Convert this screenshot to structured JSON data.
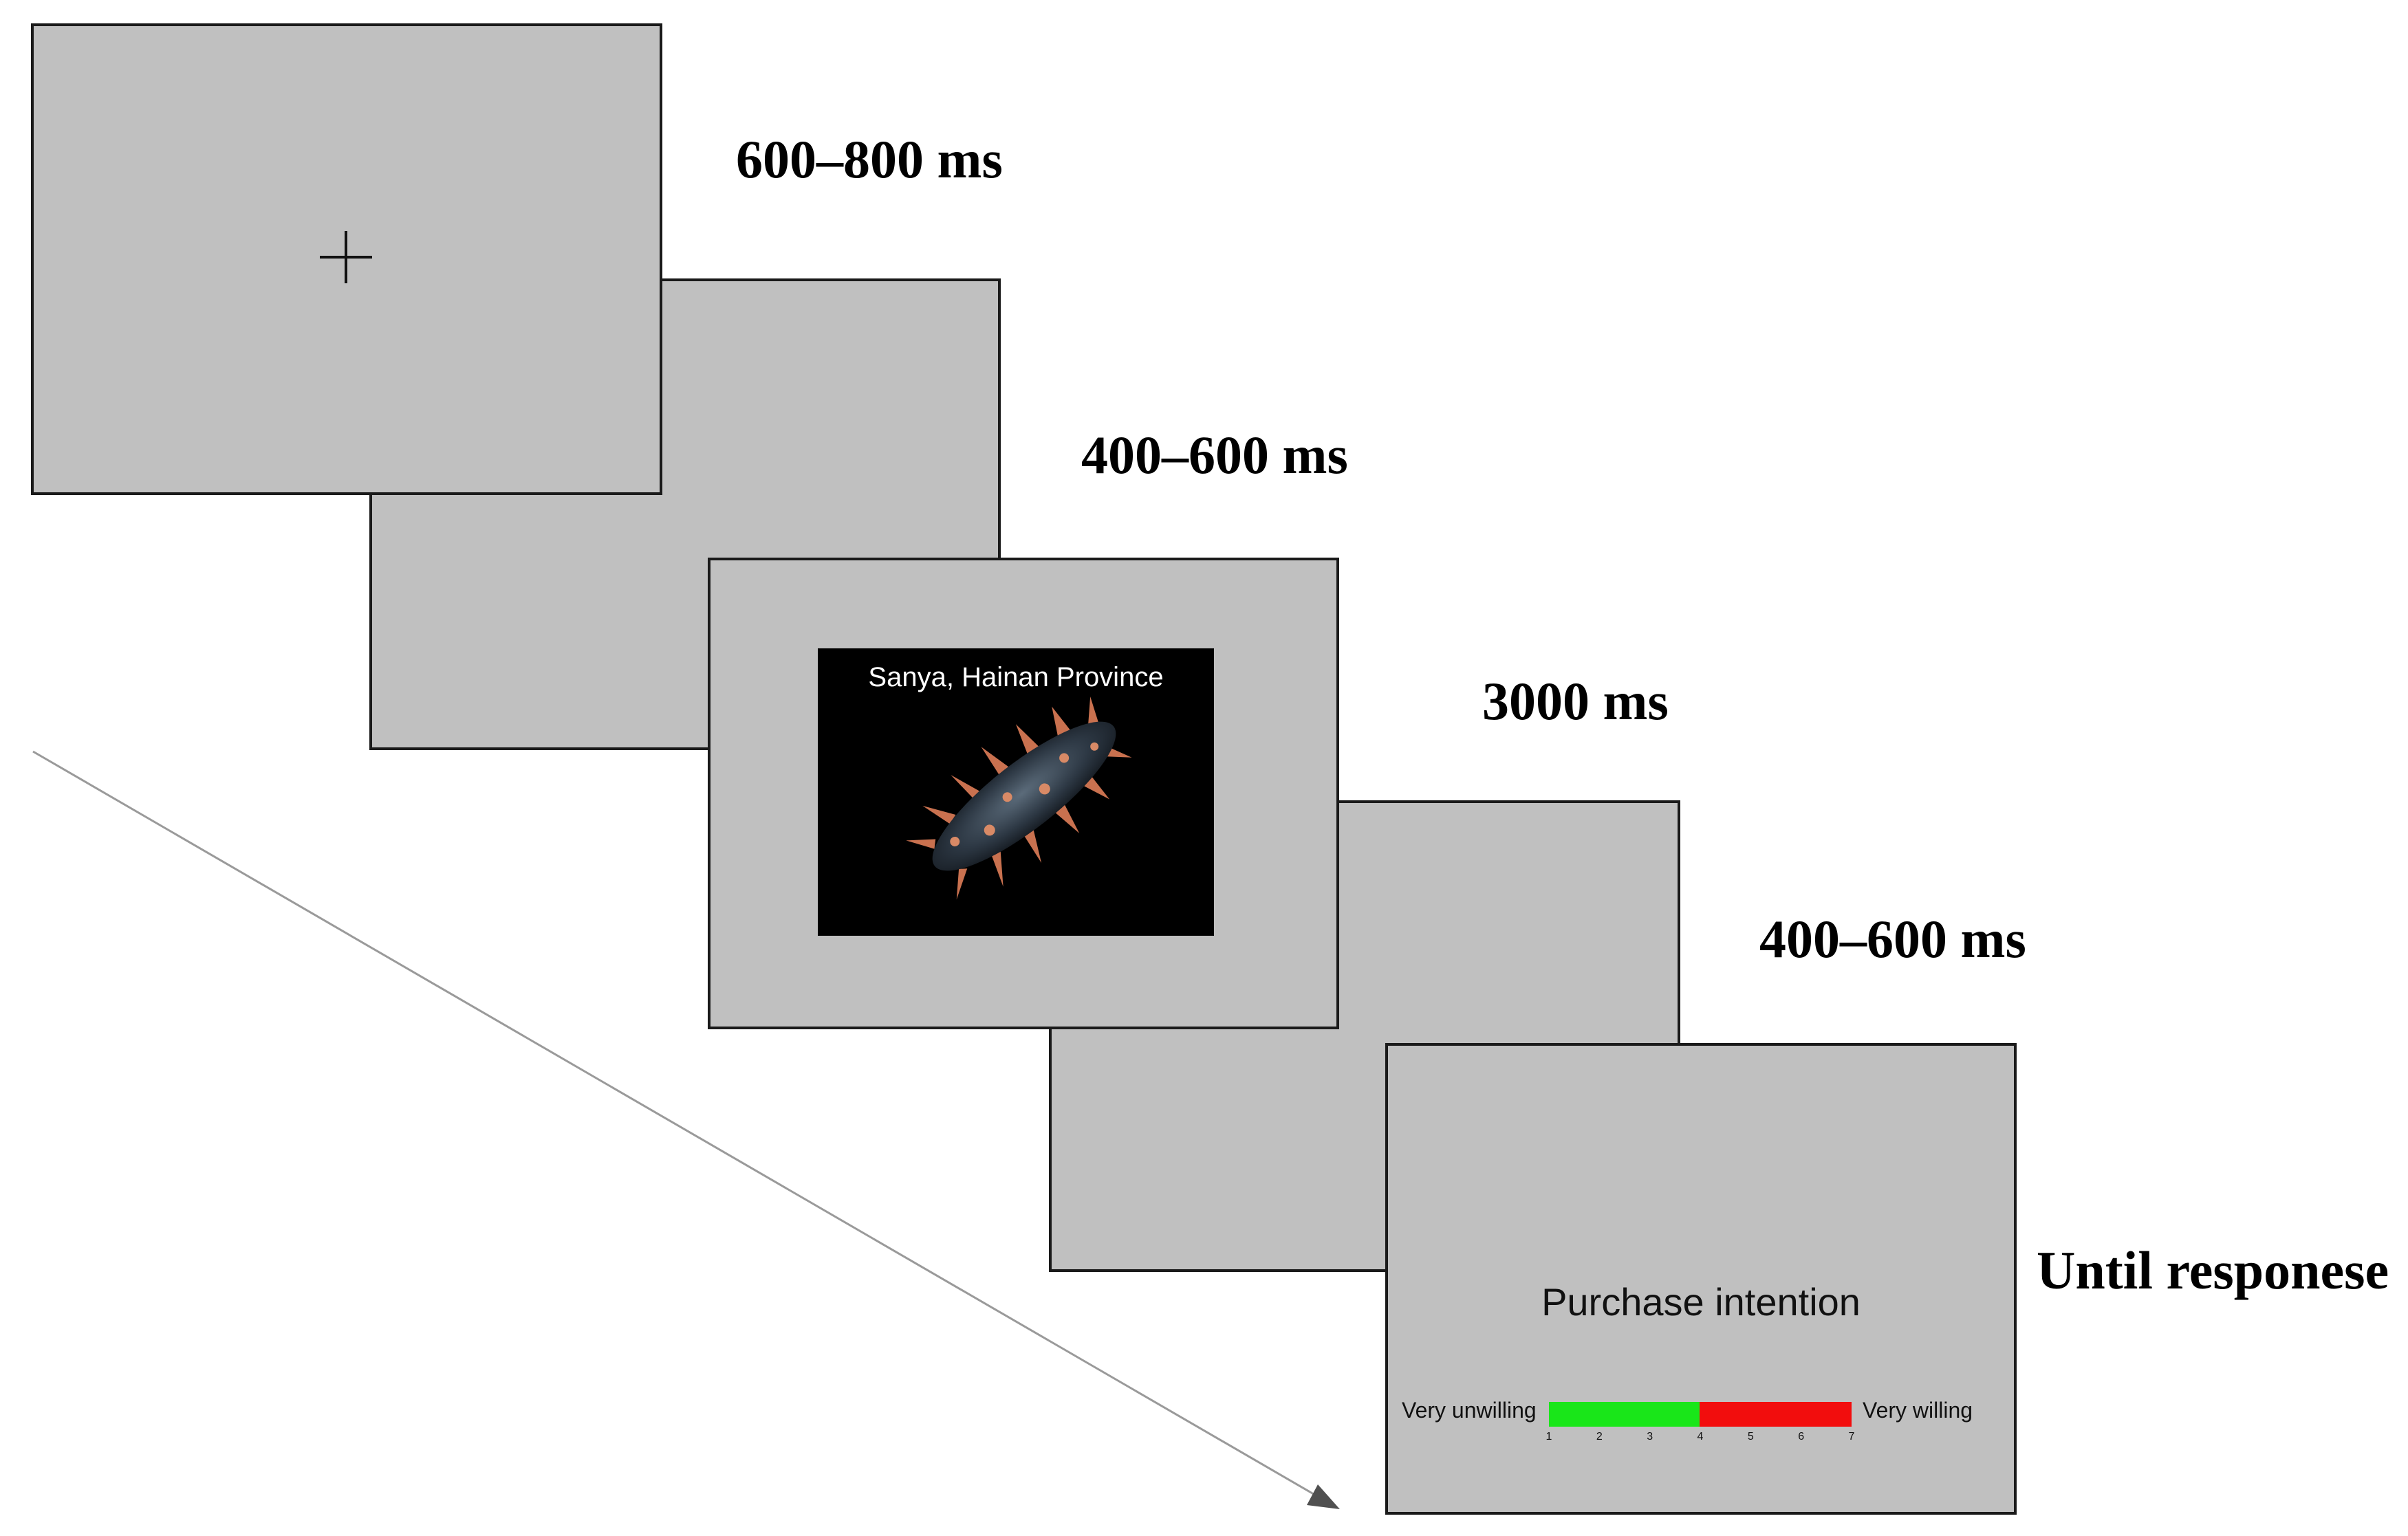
{
  "timings": [
    "600–800 ms",
    "400–600 ms",
    "3000 ms",
    "400–600 ms",
    "Until responese"
  ],
  "fixation": {
    "symbol": "+"
  },
  "stimulus": {
    "caption": "Sanya, Hainan Province",
    "image": "sea-cucumber"
  },
  "rating": {
    "title": "Purchase intention",
    "left_label": "Very unwilling",
    "right_label": "Very willing",
    "ticks": [
      "1",
      "2",
      "3",
      "4",
      "5",
      "6",
      "7"
    ],
    "low_color": "#19e619",
    "high_color": "#f20d0d"
  },
  "colors": {
    "screen": "#c0c0c0",
    "border": "#1a1a1a"
  }
}
